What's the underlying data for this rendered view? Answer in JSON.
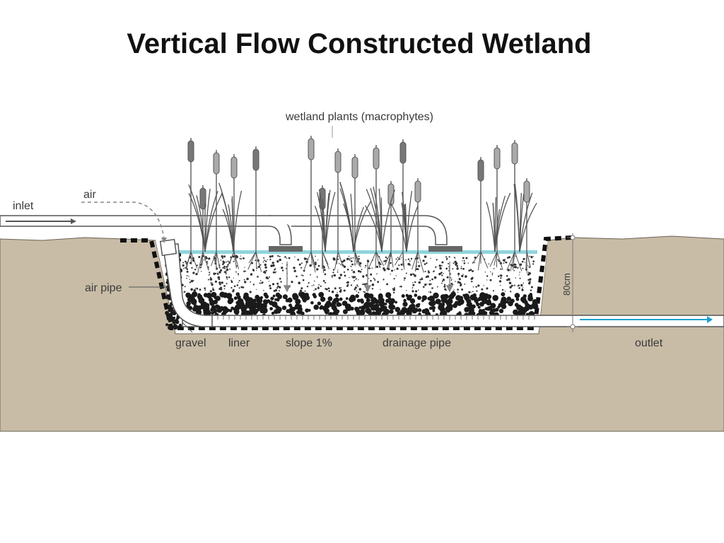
{
  "title": "Vertical Flow Constructed Wetland",
  "labels": {
    "plants": "wetland plants (macrophytes)",
    "inlet": "inlet",
    "air": "air",
    "air_pipe": "air pipe",
    "gravel": "gravel",
    "liner": "liner",
    "slope": "slope 1%",
    "drainage_pipe": "drainage pipe",
    "outlet": "outlet",
    "depth": "80cm"
  },
  "colors": {
    "soil": "#c8bca6",
    "water": "#8fd4dc",
    "outlet_arrow": "#1ea0d0",
    "pipe_stroke": "#555555",
    "text": "#3a3a3a"
  }
}
